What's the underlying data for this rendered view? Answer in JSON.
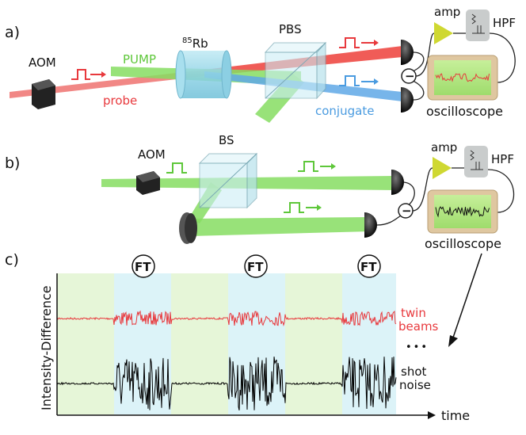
{
  "panel_a": {
    "label": "a)",
    "aom": "AOM",
    "cell": "Rb",
    "cell_sup": "85",
    "pbs": "PBS",
    "pump": "PUMP",
    "probe": "probe",
    "conjugate": "conjugate",
    "amp": "amp",
    "hpf": "HPF",
    "oscilloscope": "oscilloscope",
    "minus": "−"
  },
  "panel_b": {
    "label": "b)",
    "aom": "AOM",
    "bs": "BS",
    "amp": "amp",
    "hpf": "HPF",
    "oscilloscope": "oscilloscope",
    "minus": "−"
  },
  "panel_c": {
    "label": "c)",
    "ylabel": "Intensity-Difference",
    "xlabel": "time",
    "ft_label": "FT",
    "twin_label_1": "twin",
    "twin_label_2": "beams",
    "shot_label_1": "shot",
    "shot_label_2": "noise",
    "ellipsis": "•••"
  },
  "colors": {
    "probe_red": "#e8393d",
    "pump_green": "#7ddc5a",
    "conjugate_blue": "#4a9be0",
    "shade_green": "#e6f6d8",
    "shade_blue": "#dcf3f8",
    "amp_yellow": "#cfd832",
    "twin_trace": "#e8393d",
    "shot_trace": "#000000"
  }
}
